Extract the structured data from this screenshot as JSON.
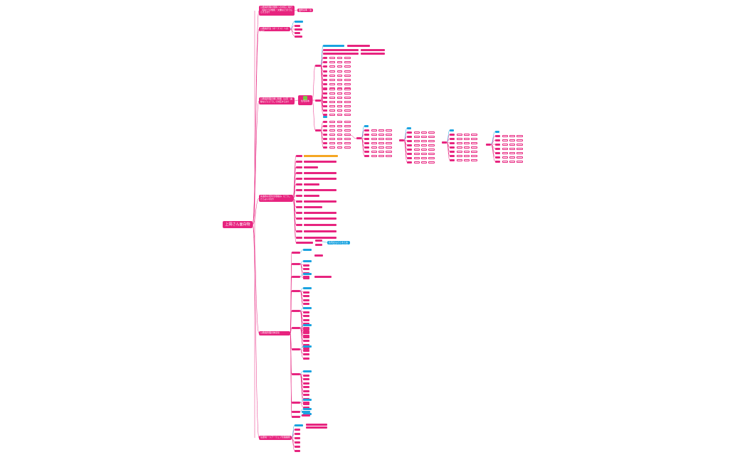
{
  "root": {
    "label": "上岡さん面白物"
  },
  "branches": [
    {
      "label": "公務員管理の規則への対応と移行（自社での規則・文書などのてもらえるか）",
      "side_label": "業務基準・注意"
    },
    {
      "label": "公務員手当（ボーナス）への対応"
    },
    {
      "label": "公務員管理の重い防衛（災害・異動などにどうして対応するか）"
    },
    {
      "label": "先進的な変化を取組み（どうしたらよいのか）"
    },
    {
      "label": "公務員管理の体系化"
    },
    {
      "label": "住居地一つアーウェブ管理業務"
    }
  ],
  "hub_node": {
    "label": "住宅基本"
  },
  "notes": {
    "bottom_right": "住宅をもたらすために公務員の住宅管理の状況を入れる"
  }
}
